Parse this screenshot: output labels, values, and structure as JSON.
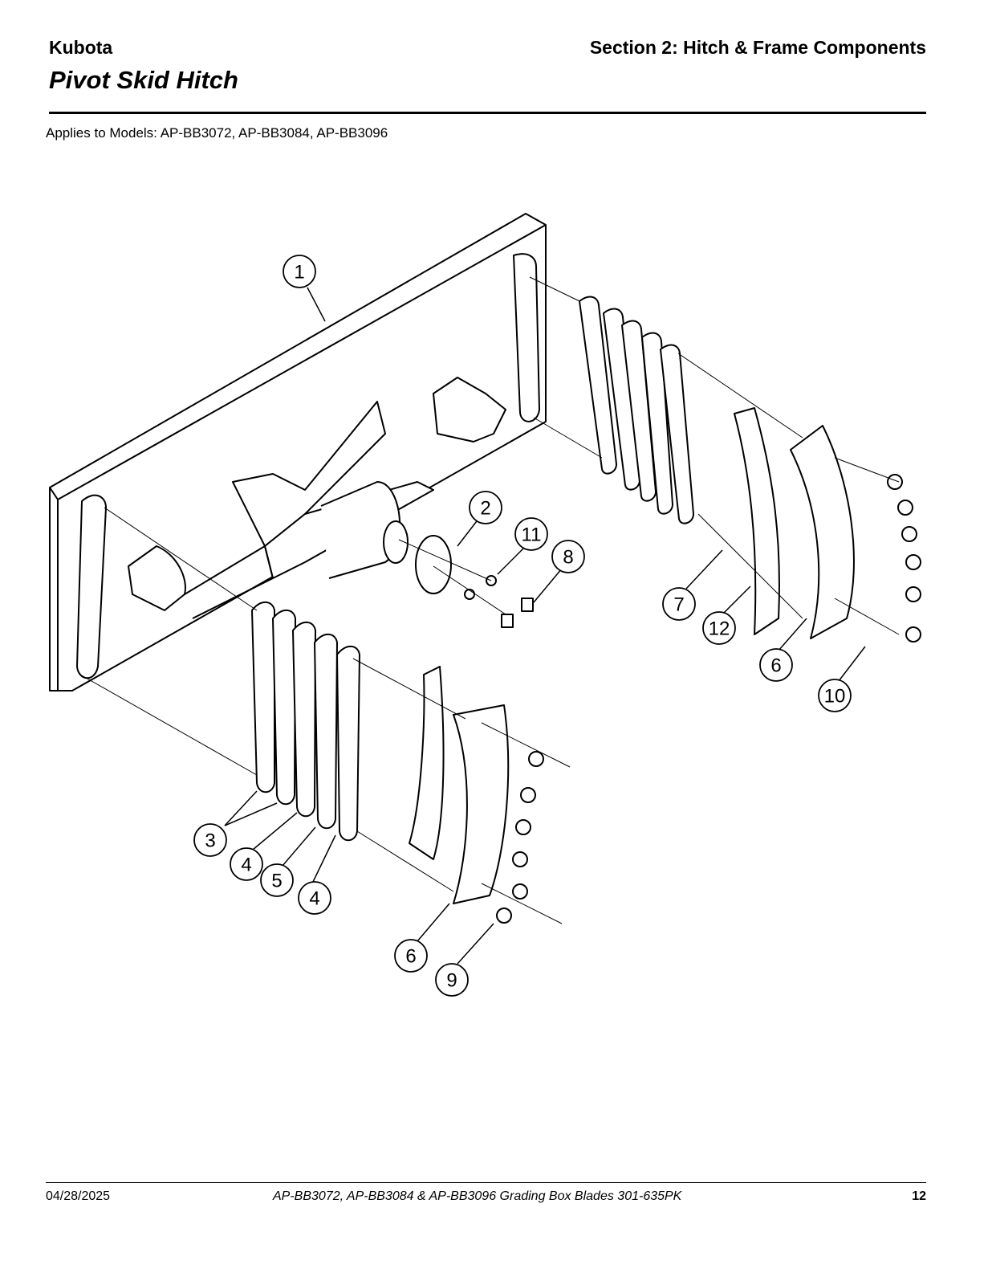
{
  "header": {
    "brand": "Kubota",
    "section": "Section 2: Hitch & Frame Components",
    "title": "Pivot Skid Hitch"
  },
  "applies_to": "Applies to Models: AP-BB3072, AP-BB3084, AP-BB3096",
  "callouts": {
    "c1": "1",
    "c2": "2",
    "c11": "11",
    "c8": "8",
    "c7": "7",
    "c12": "12",
    "c6a": "6",
    "c10": "10",
    "c3": "3",
    "c4a": "4",
    "c5": "5",
    "c4b": "4",
    "c6b": "6",
    "c9": "9"
  },
  "footer": {
    "date": "04/28/2025",
    "document": "AP-BB3072, AP-BB3084 & AP-BB3096  Grading Box Blades  301-635PK",
    "page": "12"
  }
}
